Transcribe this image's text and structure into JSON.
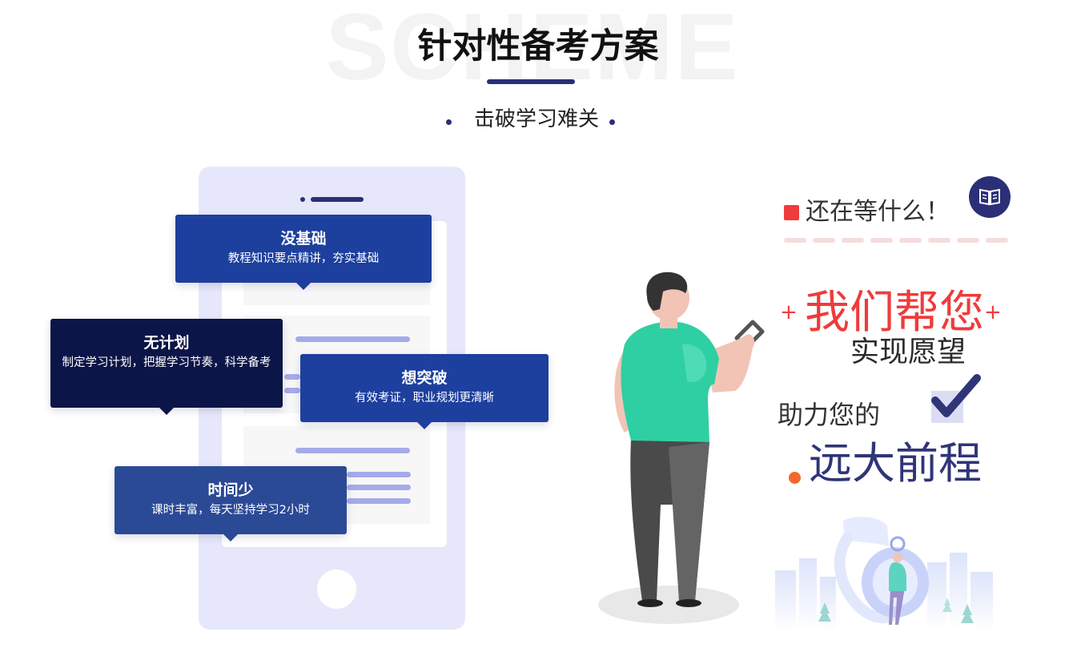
{
  "header": {
    "watermark": "SCHEME",
    "title": "针对性备考方案",
    "subtitle": "击破学习难关"
  },
  "boxes": [
    {
      "key": "basics",
      "title": "没基础",
      "desc": "教程知识要点精讲，夯实基础",
      "color": "#1d3f9d"
    },
    {
      "key": "plan",
      "title": "无计划",
      "desc": "制定学习计划，把握学习节奏，科学备考",
      "color": "#0c1547"
    },
    {
      "key": "breakthrough",
      "title": "想突破",
      "desc": "有效考证，职业规划更清晰",
      "color": "#1d3f9d"
    },
    {
      "key": "time",
      "title": "时间少",
      "desc": "课时丰富，每天坚持学习2小时",
      "color": "#2b4a96"
    }
  ],
  "right": {
    "waiting": "还在等什么！",
    "we_help": "我们帮您",
    "realize": "实现愿望",
    "help_your": "助力您的",
    "future": "远大前程",
    "plus": "+"
  },
  "icons": {
    "book": "book-icon",
    "check": "check-icon",
    "phone": "phone-illustration",
    "person": "person-illustration",
    "city": "city-illustration"
  },
  "colors": {
    "navy": "#2a2f77",
    "red": "#ef3b3b",
    "green_shirt": "#2ecfa3",
    "phone_bg": "#e7e7fb",
    "line": "#a4abe9"
  }
}
